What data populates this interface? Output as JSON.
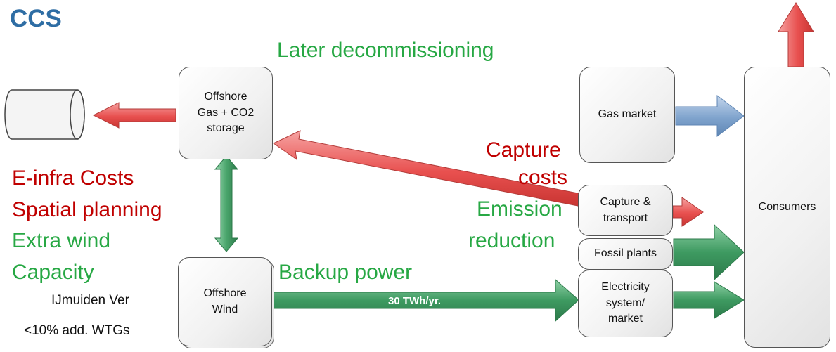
{
  "title": "CCS",
  "labels": {
    "later_decommissioning": "Later decommissioning",
    "capture": "Capture",
    "costs": "costs",
    "emission": "Emission",
    "reduction": "reduction",
    "e_infra_costs": "E-infra Costs",
    "spatial_planning": "Spatial planning",
    "extra_wind": "Extra wind",
    "capacity": "Capacity",
    "backup_power": "Backup power",
    "ijmuiden": "IJmuiden Ver",
    "wtgs": "<10% add. WTGs",
    "flow": "30 TWh/yr."
  },
  "boxes": {
    "offshore_storage": "Offshore\nGas + CO2\nstorage",
    "offshore_wind": "Offshore\nWind",
    "gas_market": "Gas market",
    "capture_transport": "Capture &\ntransport",
    "fossil_plants": "Fossil plants",
    "electricity_system": "Electricity\nsystem/\nmarket",
    "consumers": "Consumers"
  },
  "colors": {
    "title": "#2e6da4",
    "green_text": "#27a844",
    "red_text": "#c00000",
    "red_arrow": "#e8504f",
    "green_arrow": "#3e9a61",
    "blue_arrow": "#7fa3cd"
  }
}
